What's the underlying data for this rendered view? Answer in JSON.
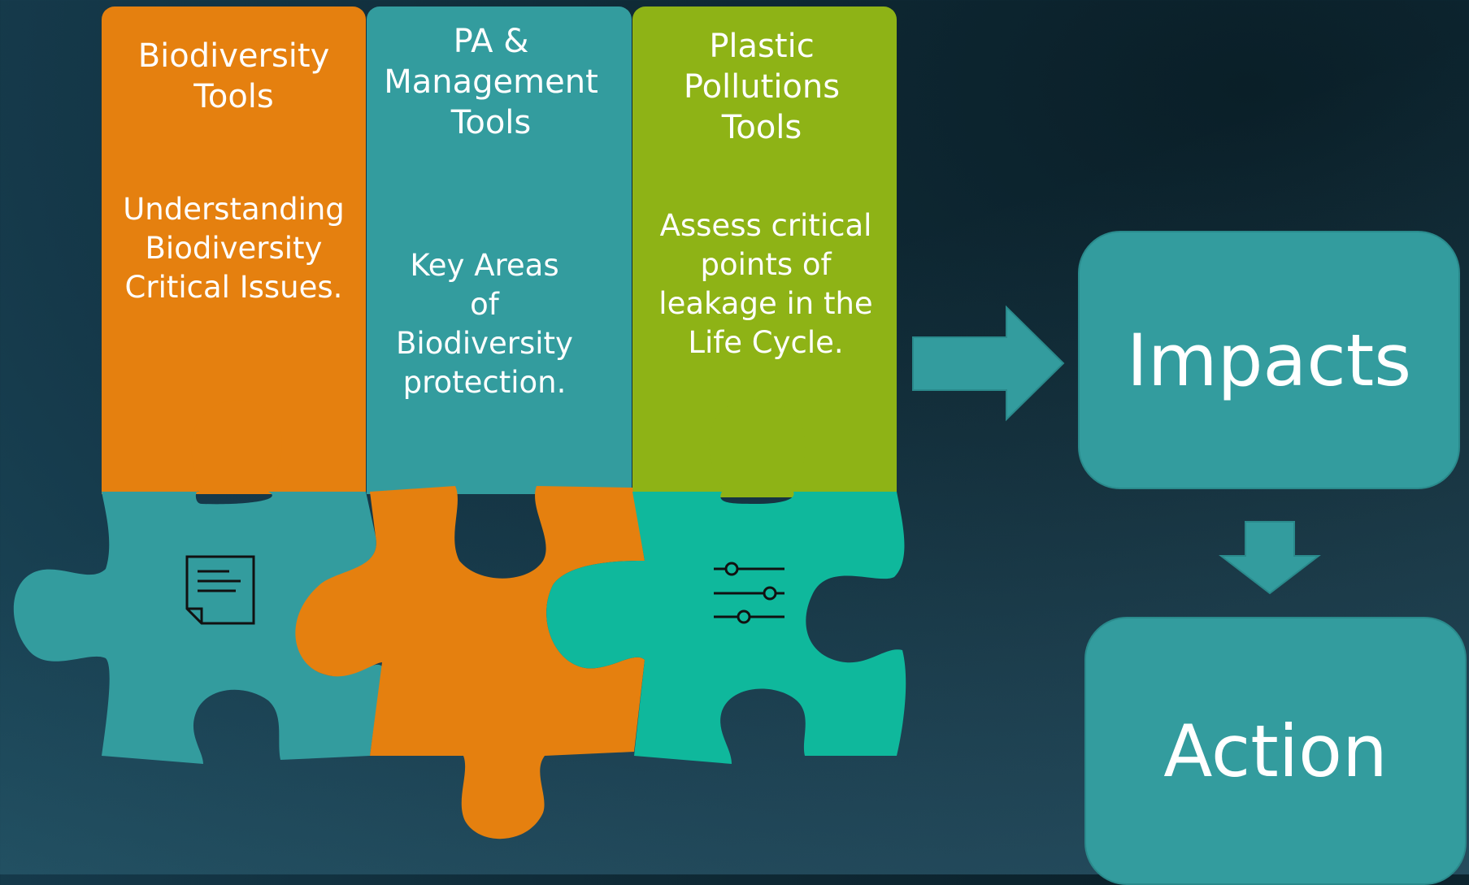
{
  "columns": [
    {
      "title": "Biodiversity\nTools",
      "description": "Understanding\nBiodiversity\nCritical Issues.",
      "color": "#e5800f"
    },
    {
      "title": "PA &\nManagement\nTools",
      "description": "Key Areas\nof\nBiodiversity\nprotection.",
      "color": "#339c9e"
    },
    {
      "title": "Plastic\nPollutions\nTools",
      "description": "Assess critical\npoints of\nleakage in the\nLife Cycle.",
      "color": "#8eb316"
    }
  ],
  "pieces": [
    {
      "color": "#339c9e",
      "icon": "document-icon"
    },
    {
      "color": "#e5800f",
      "icon": ""
    },
    {
      "color": "#0fb89c",
      "icon": "sliders-icon"
    }
  ],
  "outcomes": {
    "impacts_label": "Impacts",
    "action_label": "Action",
    "color": "#339c9e"
  }
}
